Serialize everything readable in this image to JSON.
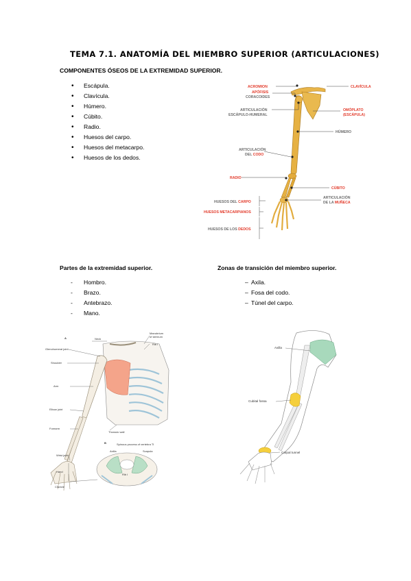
{
  "title": "TEMA 7.1.  ANATOMÍA DEL MIEMBRO SUPERIOR (ARTICULACIONES)",
  "section1": {
    "heading": "COMPONENTES ÓSEOS DE LA EXTREMIDAD SUPERIOR.",
    "items": [
      "Escápula.",
      "Clavícula.",
      "Húmero.",
      "Cúbito.",
      "Radio.",
      "Huesos del carpo.",
      "Huesos del metacarpo.",
      "Huesos de los dedos."
    ]
  },
  "figure1": {
    "labels": {
      "acromion": "ACROMION",
      "apofisis": "APÓFISIS",
      "coracoides": "CORACOIDES",
      "art_escap1": "ARTICULACIÓN",
      "art_escap2": "ESCÁPULO-HUMERAL",
      "art_codo1": "ARTICULACIÓN",
      "art_codo2a": "DEL ",
      "art_codo2b": "CODO",
      "radio": "RADIO",
      "huesos_carpo_a": "HUESOS DEL ",
      "huesos_carpo_b": "CARPO",
      "huesos_metacarpianos": "HUESOS METACARPIANOS",
      "huesos_dedos_a": "HUESOS DE LOS ",
      "huesos_dedos_b": "DEDOS",
      "clavicula": "CLAVÍCULA",
      "omoplato1": "OMÓPLATO",
      "omoplato2": "(ESCÁPULA)",
      "humero": "HÚMERO",
      "cubito": "CÚBITO",
      "art_muneca1": "ARTICULACIÓN",
      "art_muneca2a": "DE LA ",
      "art_muneca2b": "MUÑECA"
    }
  },
  "section2": {
    "heading": "Partes de la extremidad superior.",
    "items": [
      "Hombro.",
      "Brazo.",
      "Antebrazo.",
      "Mano."
    ]
  },
  "section3": {
    "heading": "Zonas de transición del miembro superior.",
    "items": [
      "Axila.",
      "Fosa del codo.",
      "Túnel del carpo."
    ]
  },
  "figure2": {
    "labels": {
      "a": "A",
      "neck": "Neck",
      "manubrium1": "Manubrium",
      "manubrium2": "of sternum",
      "rib1": "Rib I",
      "glenohumeral": "Glenohumeral joint",
      "shoulder": "Shoulder",
      "arm": "Arm",
      "elbow": "Elbow joint",
      "forearm": "Forearm",
      "thoracic_wall": "Thoracic wall",
      "b": "B",
      "spinous": "Spinous process of vertebra TI",
      "axilla": "Axilla",
      "scapula": "Scapula",
      "rib1b": "Rib I",
      "wrist": "Wrist joint",
      "hand": "Hand",
      "clavicle": "Clavicle"
    }
  },
  "figure3": {
    "labels": {
      "axilla": "Axilla",
      "cubital": "Cubital fossa",
      "carpal": "Carpal tunnel"
    }
  }
}
